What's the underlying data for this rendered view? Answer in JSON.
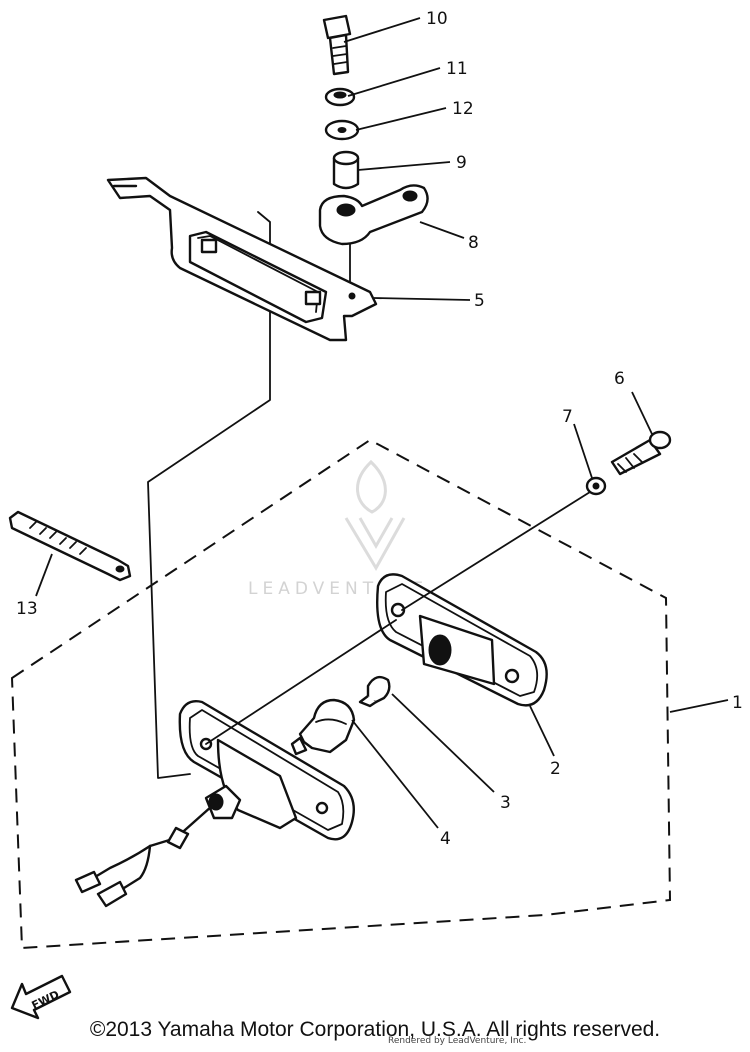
{
  "callouts": {
    "c1": "1",
    "c2": "2",
    "c3": "3",
    "c4": "4",
    "c5": "5",
    "c6": "6",
    "c7": "7",
    "c8": "8",
    "c9": "9",
    "c10": "10",
    "c11": "11",
    "c12": "12",
    "c13": "13"
  },
  "fwd_arrow": "FWD",
  "watermark": "LEADVENTURE",
  "footer": {
    "copyright": "©2013 Yamaha Motor Corporation, U.S.A. All rights reserved.",
    "rendered_by": "Rendered by LeadVenture, Inc."
  },
  "colors": {
    "ink": "#111111",
    "background": "#ffffff",
    "watermark": "#d3d3d3"
  }
}
